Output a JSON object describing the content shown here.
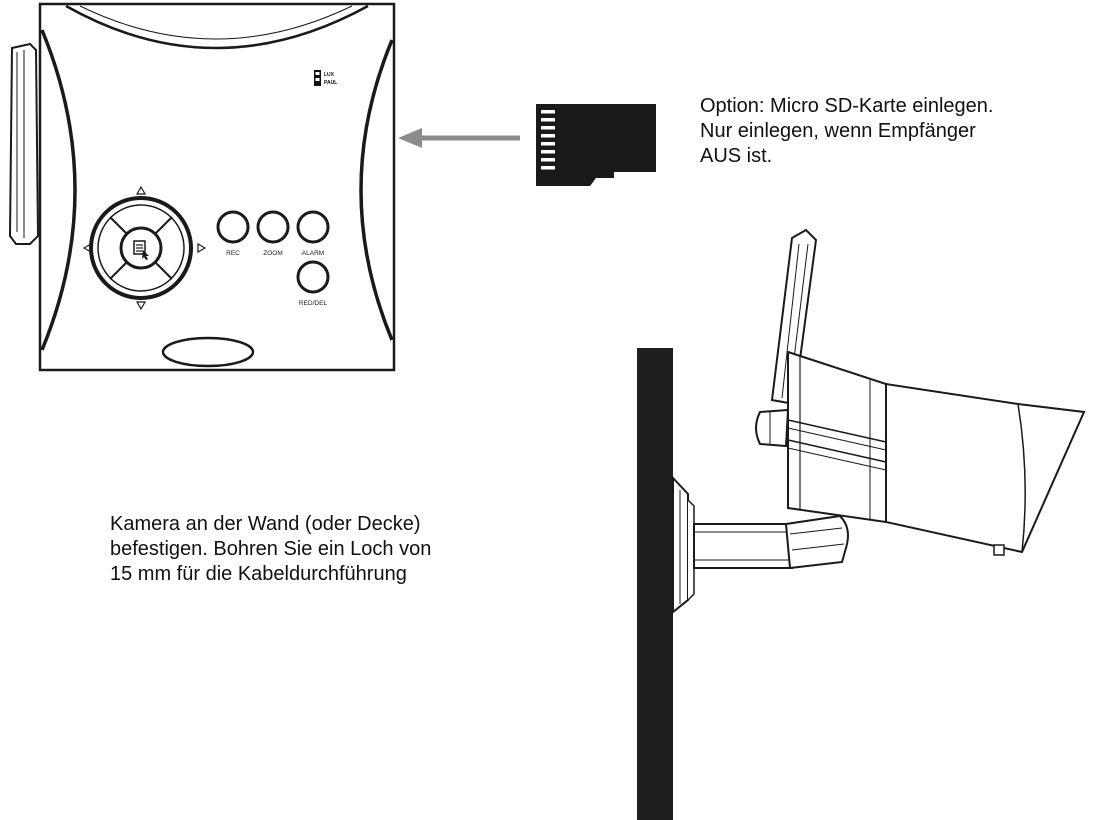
{
  "receiver": {
    "buttons": [
      {
        "id": "rec",
        "label": "REC"
      },
      {
        "id": "zoom",
        "label": "ZOOM"
      },
      {
        "id": "alarm",
        "label": "ALARM"
      },
      {
        "id": "reddel",
        "label": "RED/DEL"
      }
    ],
    "logo": [
      "LUX",
      "PAUL"
    ],
    "dpad_icon": "menu-icon"
  },
  "captions": {
    "sd_card": [
      "Option: Micro SD-Karte einlegen.",
      "Nur einlegen, wenn Empfänger",
      "AUS ist."
    ],
    "mounting": [
      "Kamera an der Wand (oder Decke)",
      "befestigen. Bohren Sie ein Loch von",
      "15 mm für die Kabeldurchführung"
    ]
  },
  "colors": {
    "line": "#1a1a1a",
    "wall": "#1f1f1f",
    "arrow": "#8c8c8c"
  }
}
